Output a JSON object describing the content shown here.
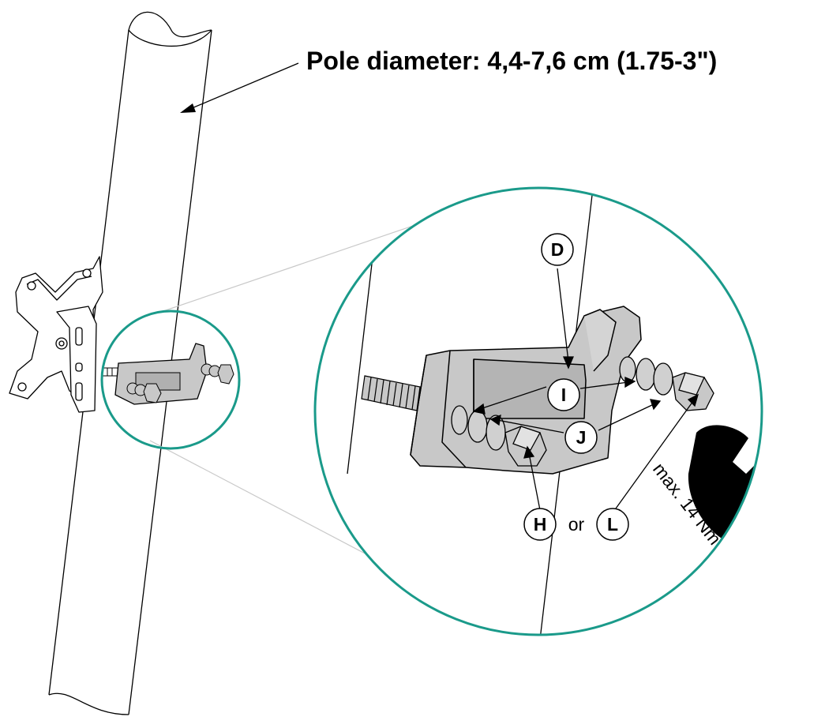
{
  "title": "Pole diameter: 4,4-7,6 cm (1.75-3\")",
  "callouts": {
    "d": "D",
    "i": "I",
    "j": "J",
    "h": "H",
    "l": "L",
    "or": "or"
  },
  "torque": "max. 14 Nm",
  "colors": {
    "accent_circle": "#1a9a8a",
    "metal_part": "#c8c8c8",
    "wrench": "#000000",
    "line": "#000000"
  }
}
